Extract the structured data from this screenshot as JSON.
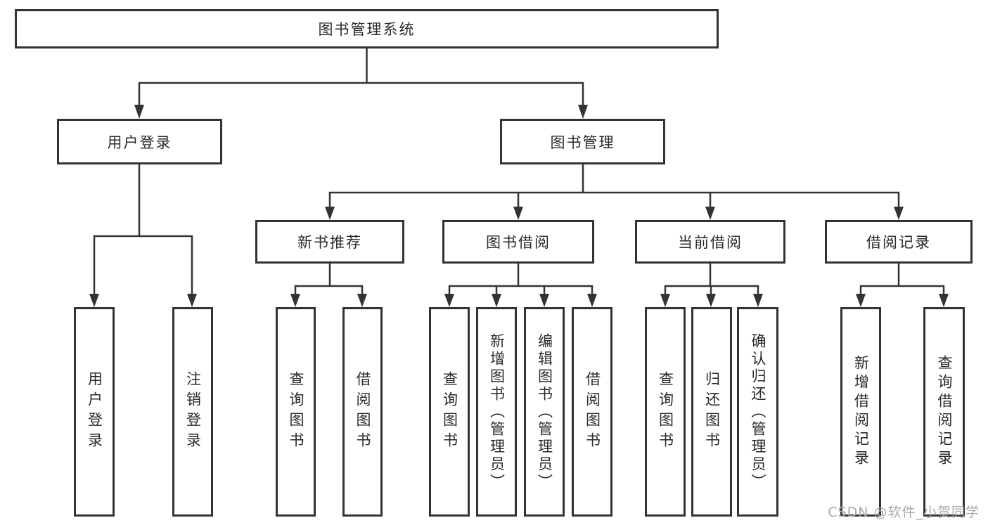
{
  "nodes": {
    "root": "图书管理系统",
    "branches": [
      {
        "label": "用户登录",
        "children": [
          "用户登录",
          "注销登录"
        ]
      },
      {
        "label": "图书管理",
        "sections": [
          {
            "label": "新书推荐",
            "children": [
              "查询图书",
              "借阅图书"
            ]
          },
          {
            "label": "图书借阅",
            "children": [
              "查询图书",
              "新增图书（管理员）",
              "编辑图书（管理员）",
              "借阅图书"
            ]
          },
          {
            "label": "当前借阅",
            "children": [
              "查询图书",
              "归还图书",
              "确认归还（管理员）"
            ]
          },
          {
            "label": "借阅记录",
            "children": [
              "新增借阅记录",
              "查询借阅记录"
            ]
          }
        ]
      }
    ]
  },
  "watermark": {
    "text": "CSDN @软件_小贺同学"
  },
  "colors": {
    "line": "#333333",
    "box_border": "#333333",
    "background": "#ffffff",
    "text": "#2a2a2a",
    "watermark": "#a9a9a9"
  }
}
